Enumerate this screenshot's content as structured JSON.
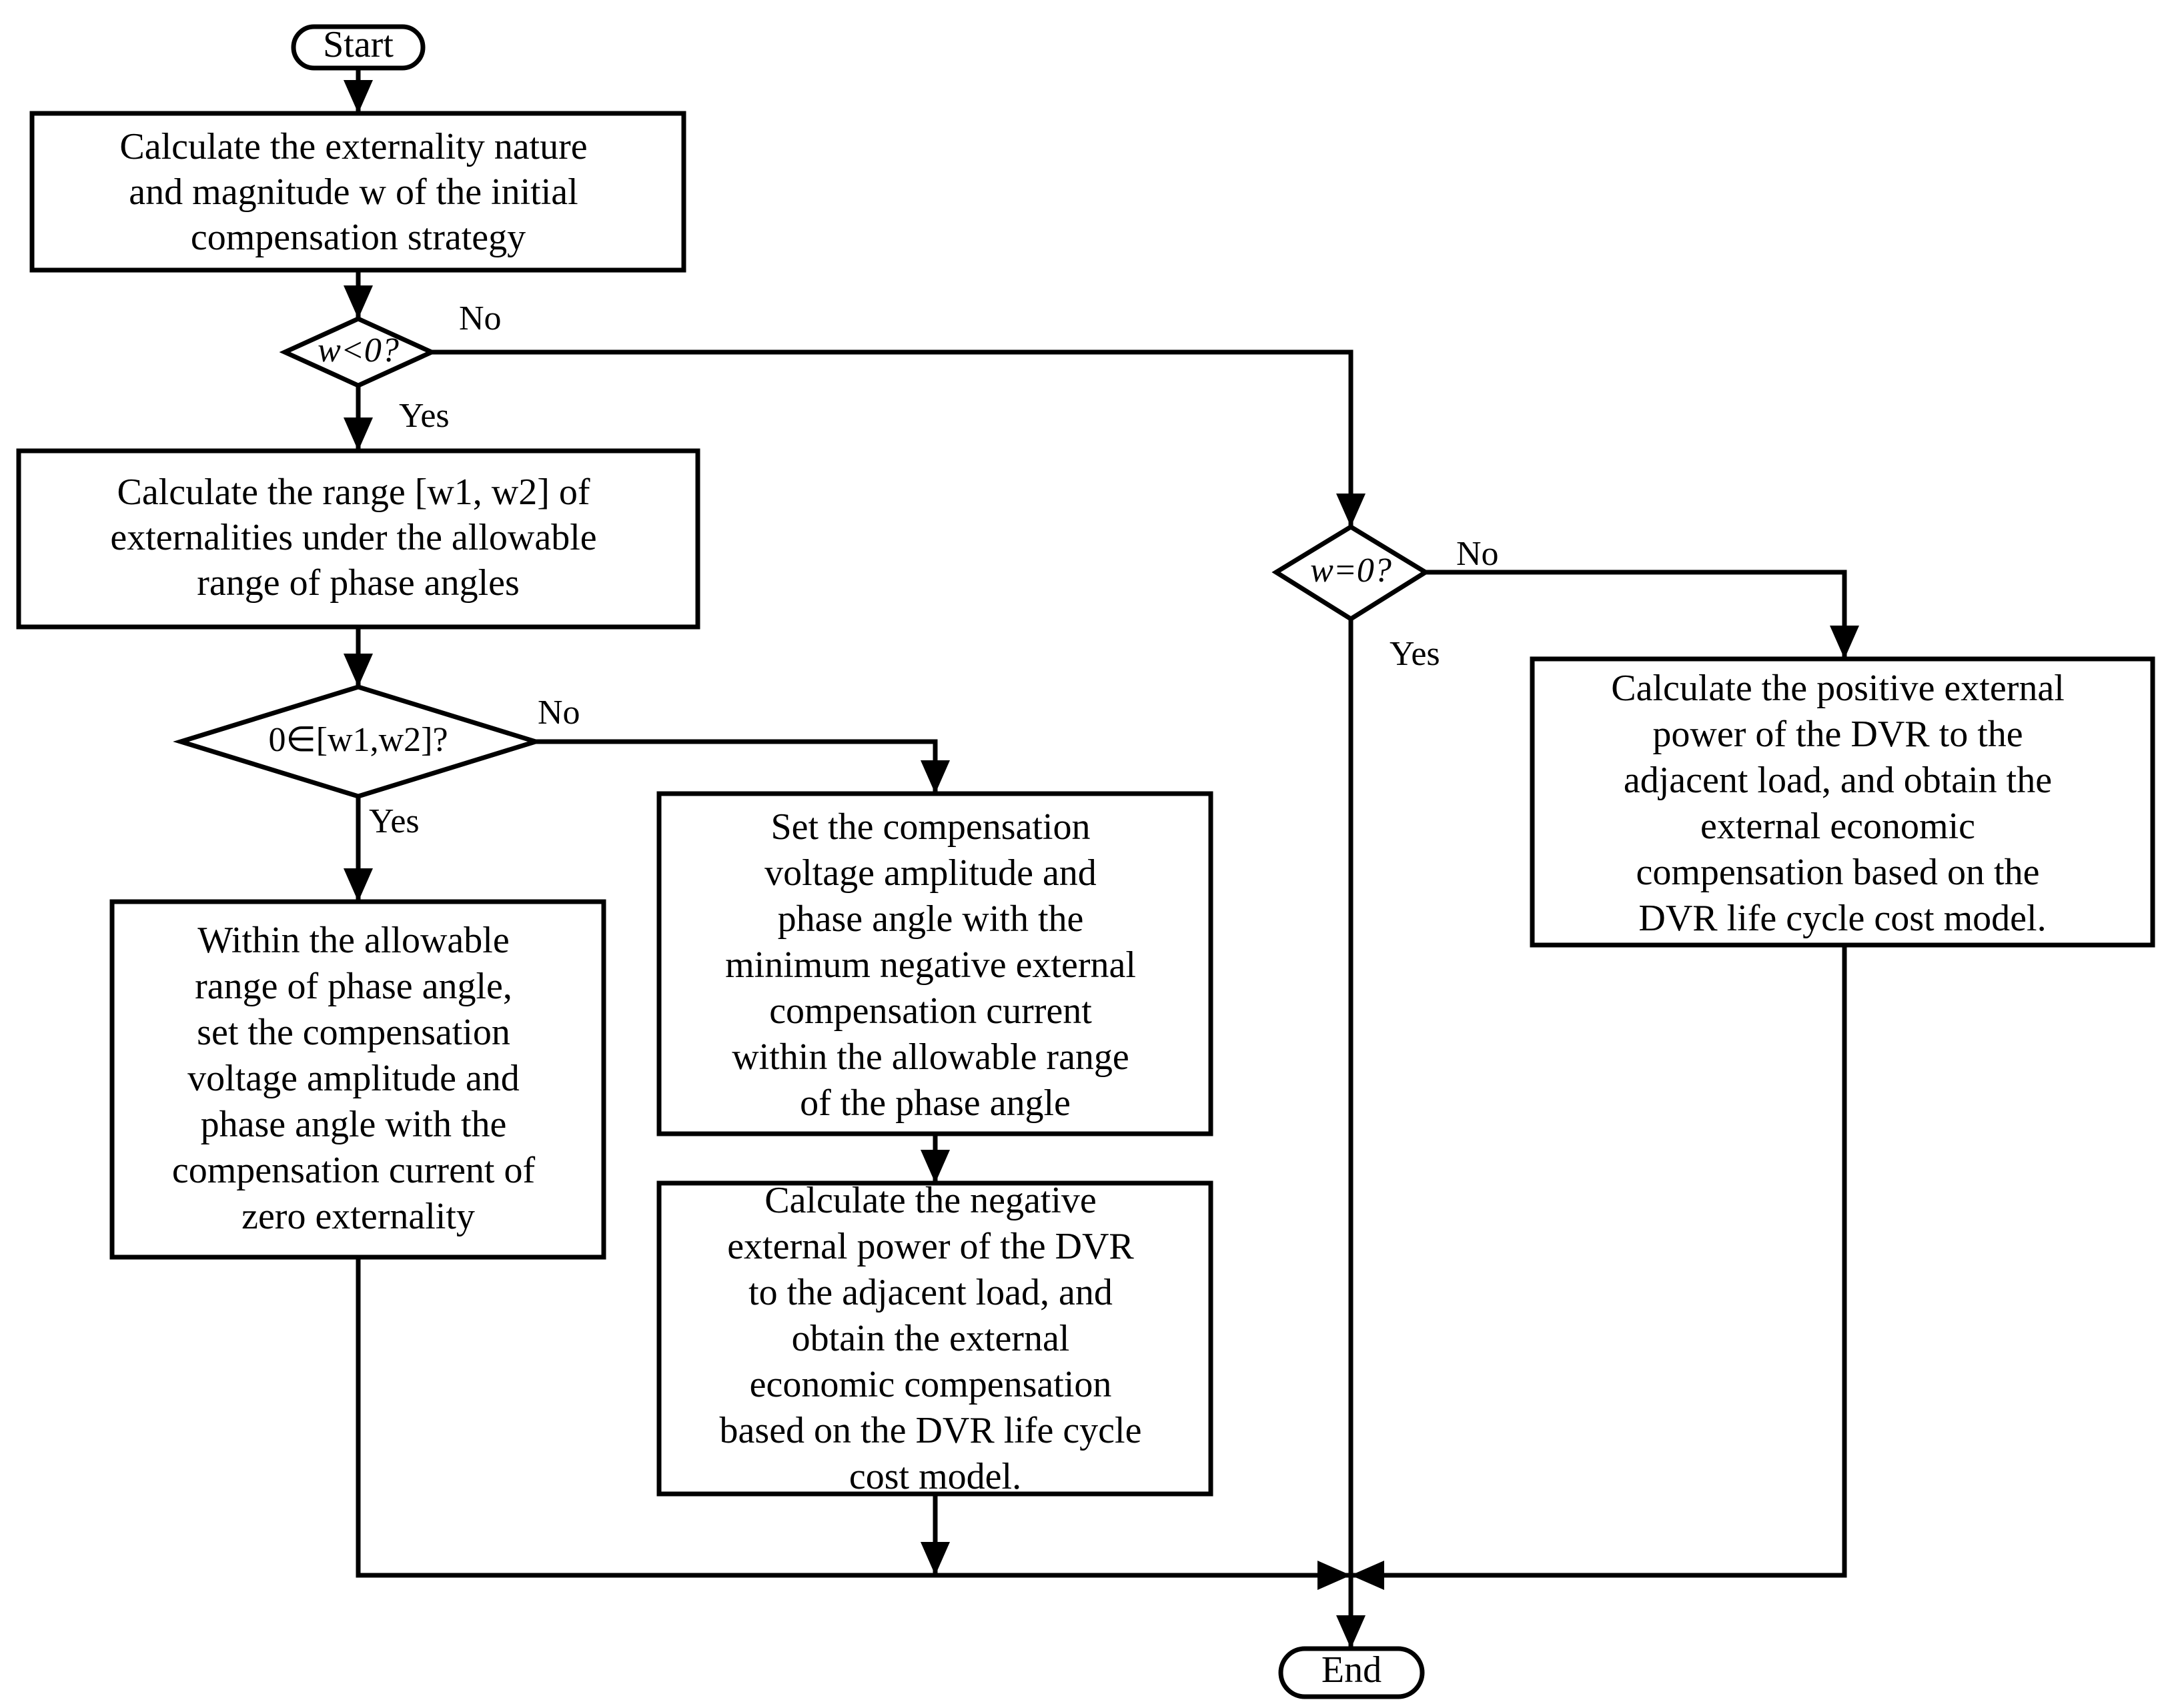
{
  "terminals": {
    "start": "Start",
    "end": "End"
  },
  "boxes": {
    "initial": [
      "Calculate the externality nature",
      "and magnitude w of the initial",
      "compensation strategy"
    ],
    "range": [
      "Calculate the range [w1, w2] of",
      "externalities under the allowable",
      "range of phase angles"
    ],
    "zero_ext": [
      "Within the allowable",
      "range of phase angle,",
      "set the compensation",
      "voltage amplitude and",
      "phase angle with the",
      "compensation current of",
      "zero externality"
    ],
    "min_neg": [
      "Set the compensation",
      "voltage  amplitude and",
      "phase angle  with the",
      "minimum negative external",
      "compensation current",
      "within the allowable range",
      "of the phase angle"
    ],
    "neg_power": [
      "Calculate the negative",
      "external power of the DVR",
      "to the adjacent load, and",
      "obtain the external",
      "economic compensation",
      "based on the DVR life cycle",
      "cost model."
    ],
    "pos_power": [
      "Calculate the positive external",
      "power of the DVR to the",
      "adjacent load, and obtain the",
      "external economic",
      "compensation  based on the",
      "DVR life cycle cost model."
    ]
  },
  "decisions": {
    "w_neg": "w<0?",
    "w_zero": "w=0?",
    "zero_in_range": "0∈[w1,w2]?"
  },
  "branch_labels": {
    "w_neg_no": "No",
    "w_neg_yes": "Yes",
    "w_zero_no": "No",
    "w_zero_yes": "Yes",
    "zero_in_range_no": "No",
    "zero_in_range_yes": "Yes"
  }
}
